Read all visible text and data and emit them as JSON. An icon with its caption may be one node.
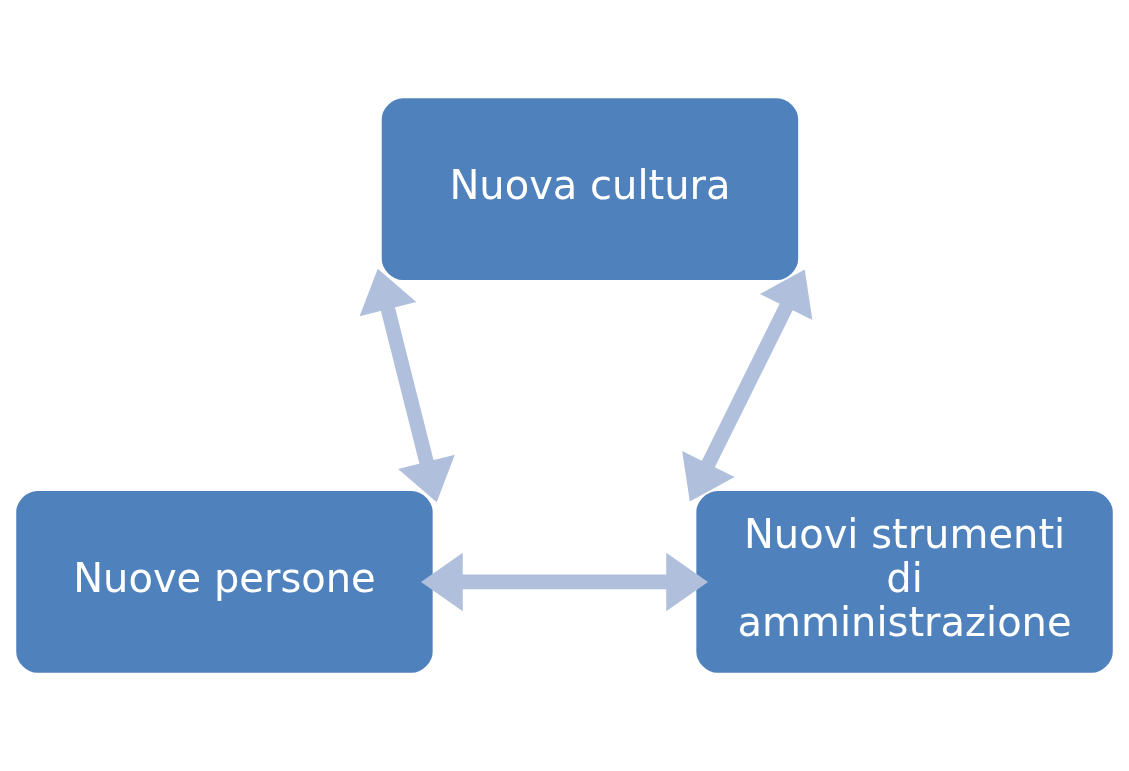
{
  "diagram": {
    "nodes": [
      {
        "text": [
          "Nuova cultura"
        ]
      },
      {
        "text": [
          "Nuove persone"
        ]
      },
      {
        "text": [
          "Nuovi strumenti di amministrazione"
        ]
      }
    ],
    "edges": [
      {
        "from": 0,
        "to": 1,
        "arrow": "both"
      },
      {
        "from": 0,
        "to": 2,
        "arrow": "both"
      },
      {
        "from": 1,
        "to": 2,
        "arrow": "both"
      }
    ]
  }
}
